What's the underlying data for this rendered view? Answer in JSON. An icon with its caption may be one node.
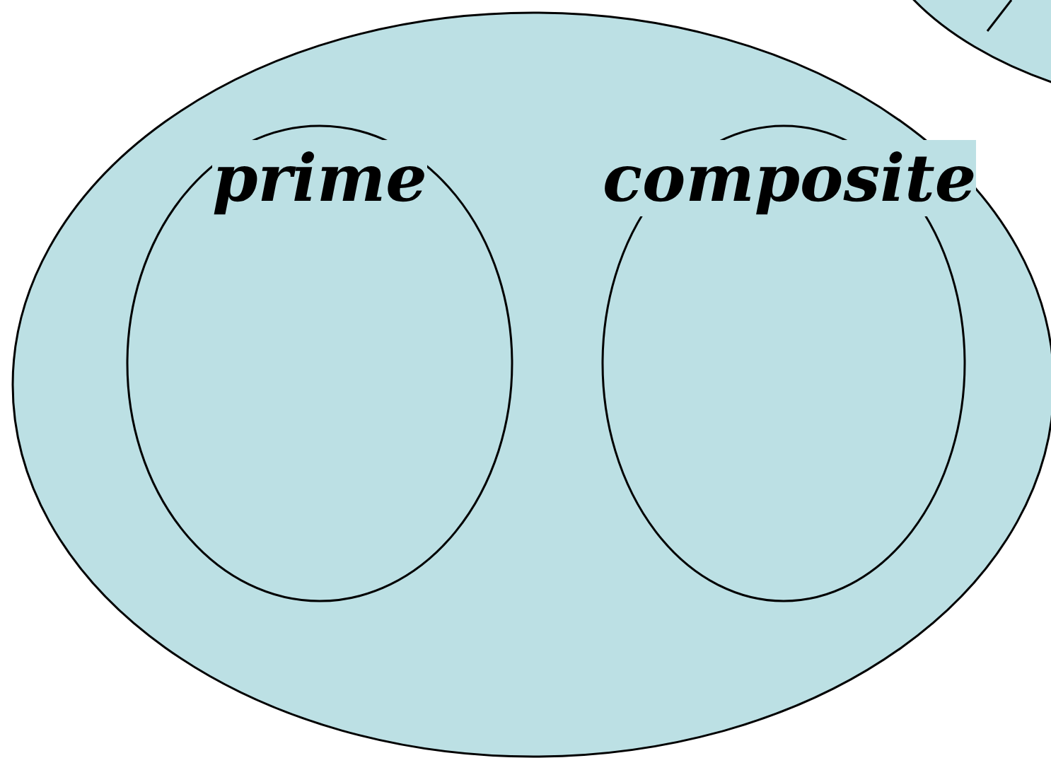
{
  "diagram": {
    "nodes": [
      {
        "text": [],
        "shape": "ellipse"
      },
      {
        "text": [
          "prime"
        ],
        "in": 0
      },
      {
        "text": [
          "composite"
        ],
        "in": 0
      },
      {
        "text": [],
        "shape": "ellipse"
      }
    ]
  }
}
